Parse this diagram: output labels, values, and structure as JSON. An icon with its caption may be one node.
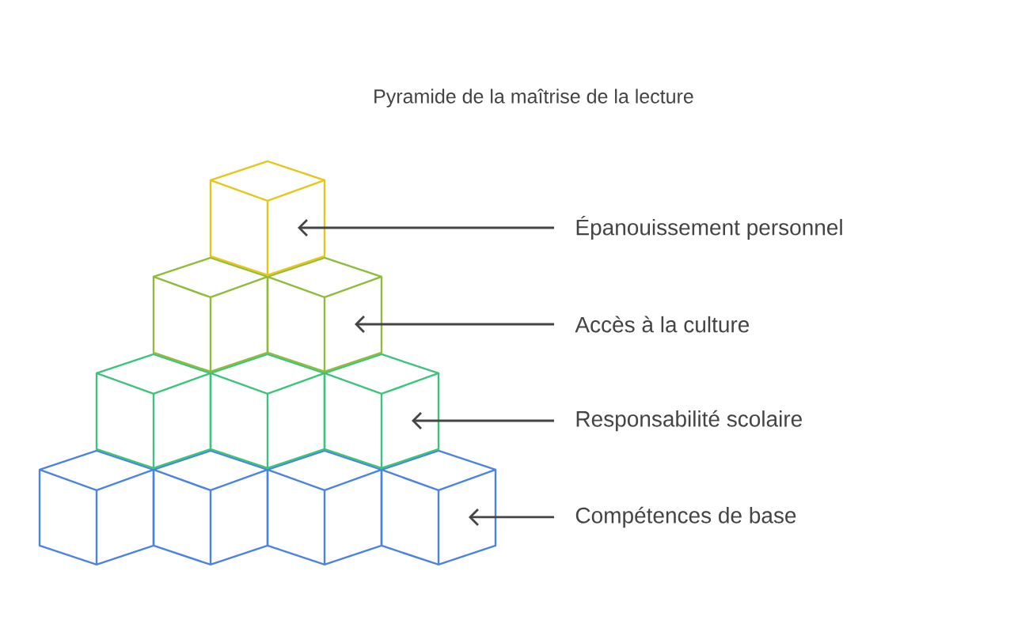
{
  "diagram": {
    "title": "Pyramide de la maîtrise de la lecture",
    "nodes": [
      {
        "text": [],
        "shape": "cube"
      },
      {
        "text": [],
        "shape": "cube"
      },
      {
        "text": [],
        "shape": "cube"
      },
      {
        "text": [],
        "shape": "cube"
      },
      {
        "text": [],
        "shape": "cube"
      },
      {
        "text": [],
        "shape": "cube"
      },
      {
        "text": [],
        "shape": "cube"
      },
      {
        "text": [],
        "shape": "cube"
      },
      {
        "text": [],
        "shape": "cube"
      },
      {
        "text": [],
        "shape": "cube"
      },
      {
        "text": [
          "Épanouissement personnel"
        ]
      },
      {
        "text": [
          "Accès à la culture"
        ]
      },
      {
        "text": [
          "Responsabilité scolaire"
        ]
      },
      {
        "text": [
          "Compétences de base"
        ]
      }
    ],
    "edges": [
      {
        "from": 10,
        "to": 0,
        "arrow": "to"
      },
      {
        "from": 11,
        "to": 2,
        "arrow": "to"
      },
      {
        "from": 12,
        "to": 5,
        "arrow": "to"
      },
      {
        "from": 13,
        "to": 9,
        "arrow": "to"
      }
    ]
  }
}
